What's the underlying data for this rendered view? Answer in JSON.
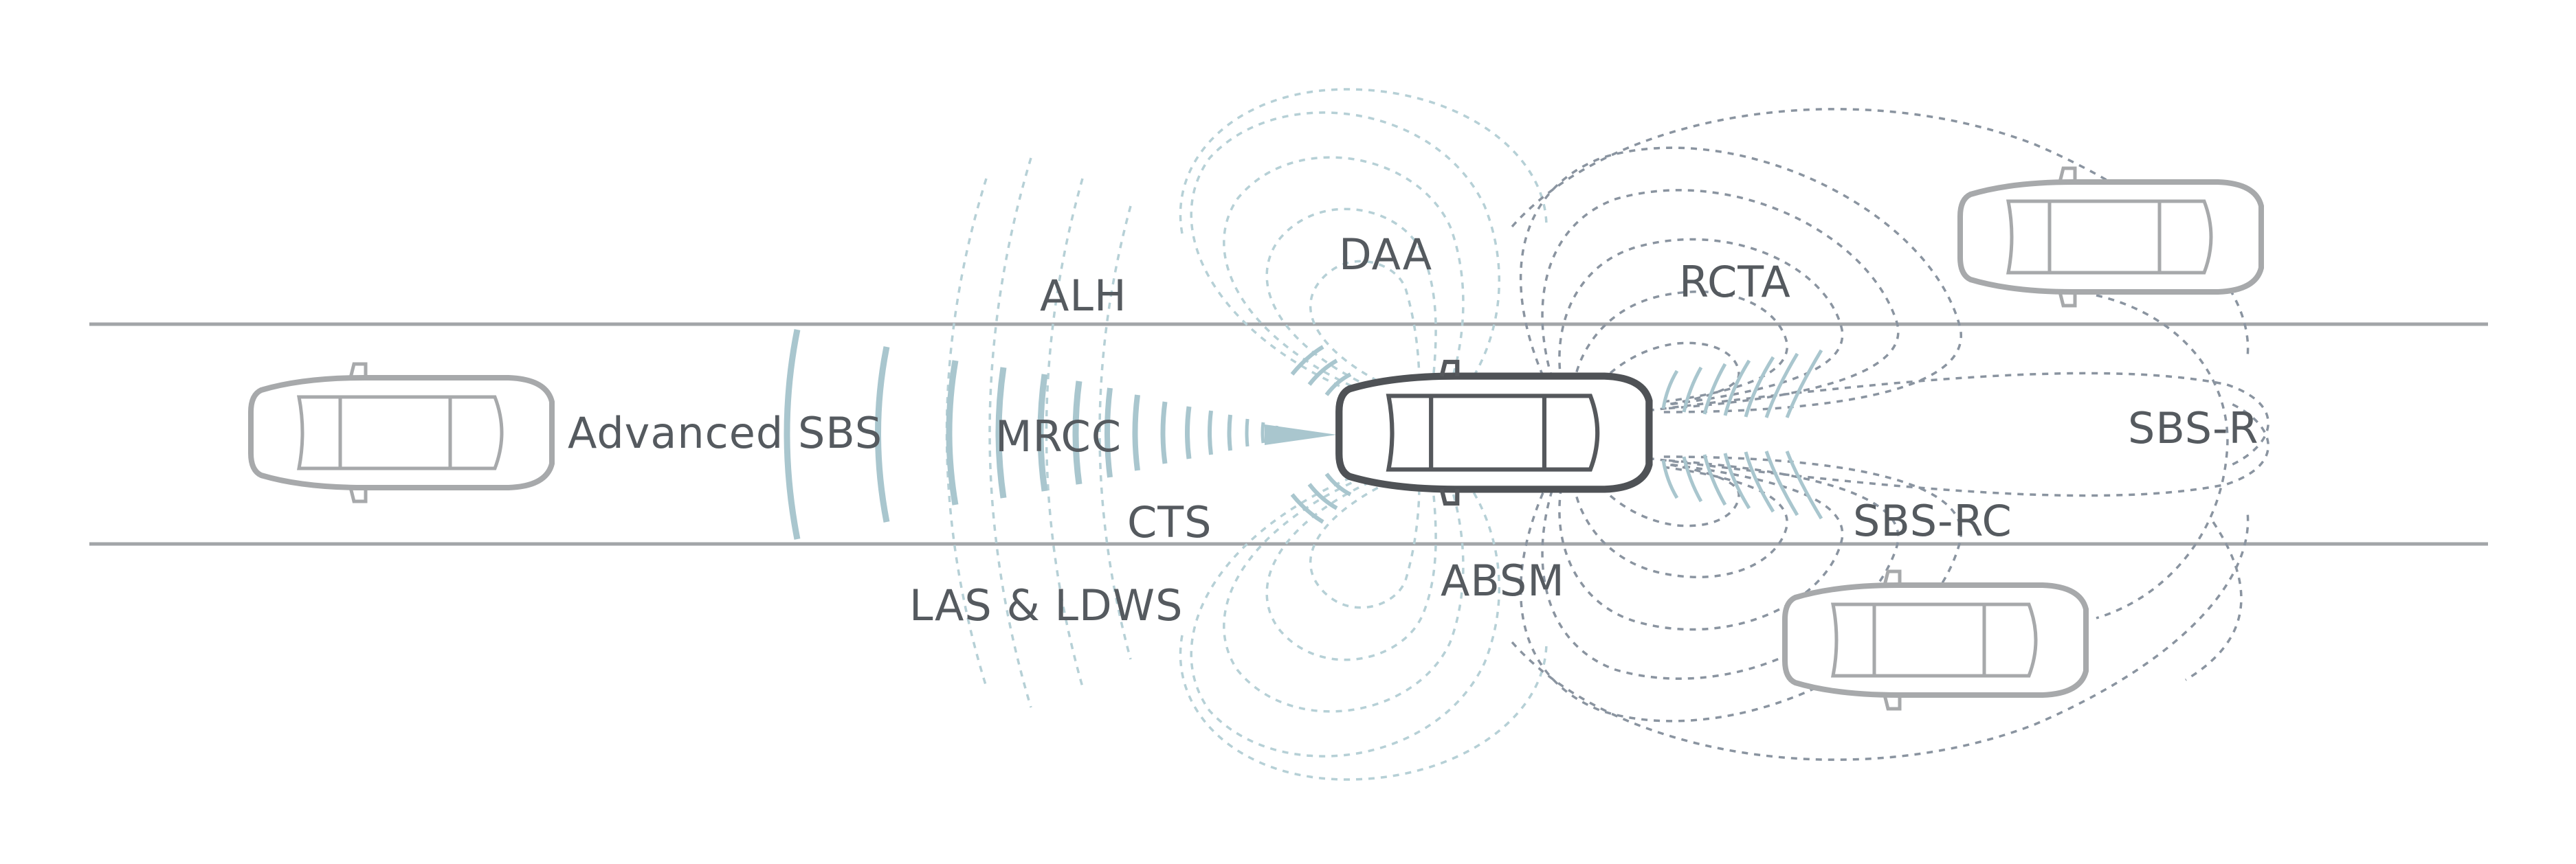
{
  "diagram": {
    "labels": {
      "advanced_sbs": "Advanced SBS",
      "mrcc": "MRCC",
      "alh": "ALH",
      "cts": "CTS",
      "las_ldws": "LAS & LDWS",
      "daa": "DAA",
      "absm": "ABSM",
      "rcta": "RCTA",
      "sbs_r": "SBS-R",
      "sbs_rc": "SBS-RC"
    },
    "colors": {
      "sensor_blue": "#a9c6ce",
      "sensor_grey": "#8a94a0",
      "ego_car": "#4f5256",
      "other_cars": "#a7a9ab",
      "lane_lines": "#a2a5a8",
      "label_text": "#555a5f"
    }
  }
}
